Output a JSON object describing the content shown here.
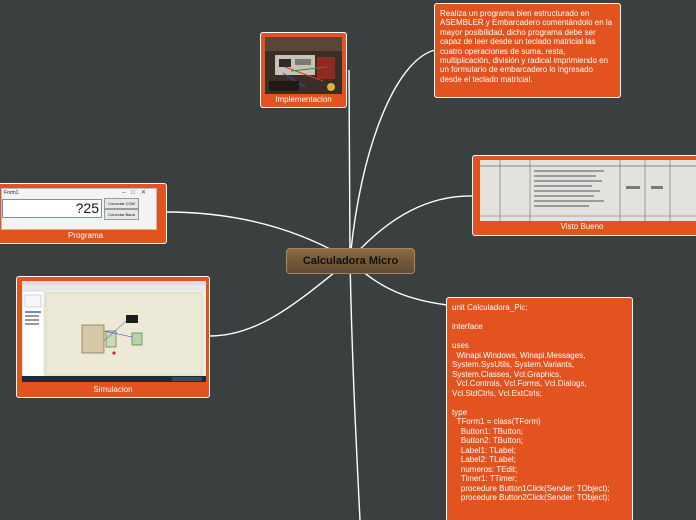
{
  "central": {
    "label": "Calculadora Micro"
  },
  "nodes": {
    "implementacion": {
      "caption": "Implementacion"
    },
    "descripcion": {
      "text": "Realiza un programa bien estructurado en ASEMBLER y Embarcadero comentándolo en la mayor posibilidad, dicho programa debe ser capaz de leer desde un teclado matricial las cuatro operaciones de suma, resta, multiplicación, división y radical imprimiendo en un formulario de embarcadero lo ingresado desde el teclado matricial."
    },
    "programa": {
      "caption": "Programa",
      "window_title": "Form1",
      "display_value": "?25",
      "button_com": "Conectar COM",
      "button_baud": "Conectar Baud"
    },
    "visto_bueno": {
      "caption": "Visto  Bueno"
    },
    "simulacion": {
      "caption": "Simulacion"
    },
    "codigo": {
      "text": "unit Calculadora_Pic;\n\ninterface\n\nuses\n  Winapi.Windows, Winapi.Messages, System.SysUtils, System.Variants, System.Classes, Vcl.Graphics,\n  Vcl.Controls, Vcl.Forms, Vcl.Dialogs, Vcl.StdCtrls, Vcl.ExtCtrls;\n\ntype\n  TForm1 = class(TForm)\n    Button1: TButton;\n    Button2: TButton;\n    Label1: TLabel;\n    Label2: TLabel;\n    numeros: TEdit;\n    Timer1: TTimer;\n    procedure Button1Click(Sender: TObject);\n    procedure Button2Click(Sender: TObject);"
    }
  },
  "colors": {
    "background": "#3b3f3f",
    "node_fill": "#e2531f",
    "node_border": "#ffffff",
    "central_fill": "#7a5e3c",
    "connector": "#ffffff"
  }
}
